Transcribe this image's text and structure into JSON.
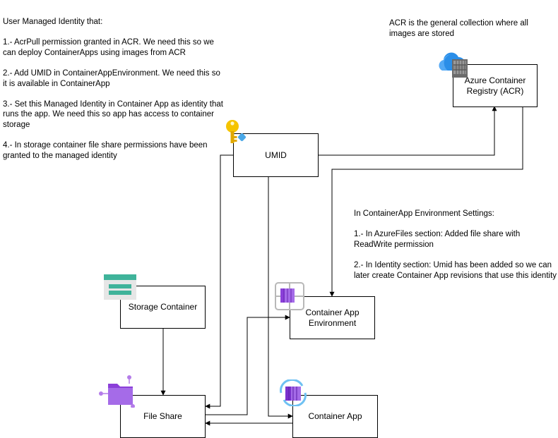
{
  "notes": {
    "umid_note": "User Managed Identity that:\n\n1.- AcrPull permission granted in ACR. We need this so we can deploy ContainerApps using images from ACR\n\n2.- Add UMID in ContainerAppEnvironment. We need this so it is available in ContainerApp\n\n3.- Set this Managed Identity in Container App as identity that runs the app. We need this so app has access to container storage\n\n4.- In storage container file share permissions have been granted to the managed identity",
    "acr_note": "ACR is the general collection where all images are stored",
    "env_note": "In ContainerApp Environment Settings:\n\n1.- In AzureFiles section: Added file share with ReadWrite permission\n\n2.- In Identity section: Umid has been added so we can later create Container App revisions that use this identity"
  },
  "nodes": {
    "umid": "UMID",
    "acr": "Azure Container Registry (ACR)",
    "storage": "Storage Container",
    "env": "Container App Environment",
    "fileshare": "File Share",
    "app": "Container App"
  },
  "icons": {
    "key": "key-icon",
    "cloud": "cloud-registry-icon",
    "storage": "storage-icon",
    "folder": "file-share-folder-icon",
    "env": "container-app-environment-icon",
    "app": "container-app-icon"
  },
  "colors": {
    "purple": "#8b3fd9",
    "key_gold": "#f5c400",
    "cloud_blue": "#2a8ee8",
    "storage_green": "#3fb39a"
  }
}
